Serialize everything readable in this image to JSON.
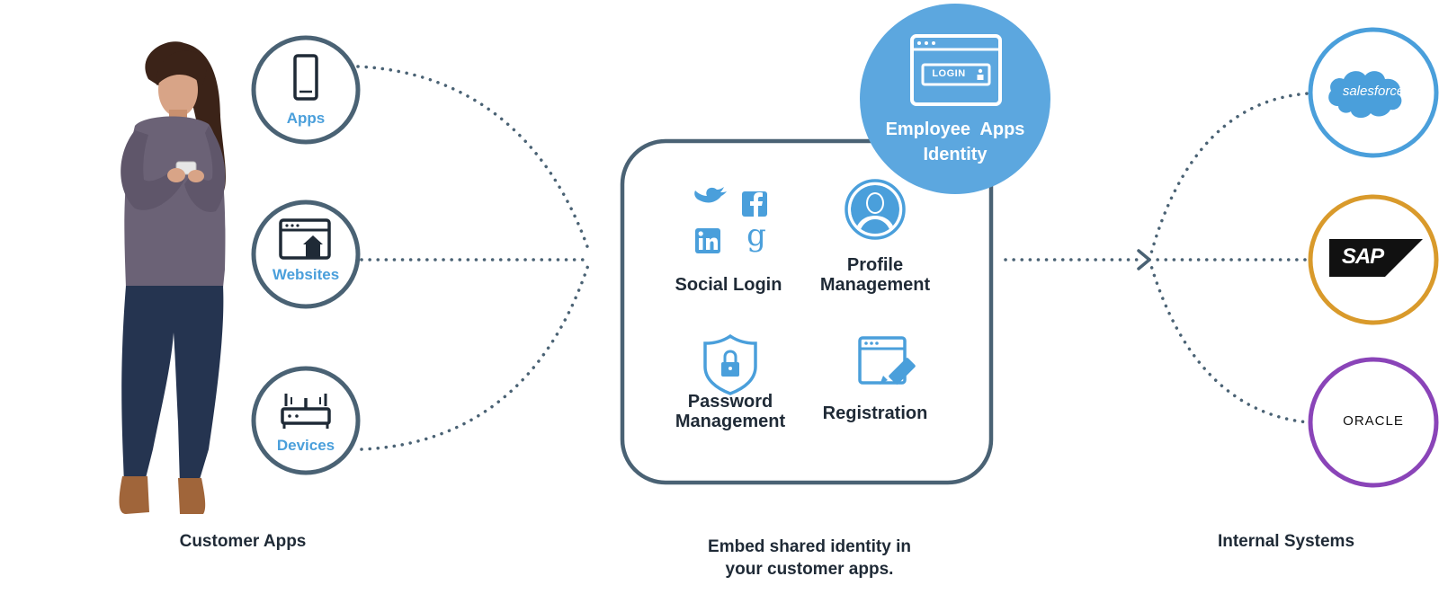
{
  "customer_apps": {
    "caption": "Customer Apps",
    "nodes": [
      {
        "label": "Apps",
        "icon": "smartphone-icon"
      },
      {
        "label": "Websites",
        "icon": "browser-home-icon"
      },
      {
        "label": "Devices",
        "icon": "router-icon"
      }
    ]
  },
  "identity_hub": {
    "caption_line1": "Embed shared identity in",
    "caption_line2": "your customer apps.",
    "employee_badge": {
      "line1": "Employee  Apps",
      "line2": "Identity",
      "login_text": "LOGIN"
    },
    "features": [
      {
        "line1": "Social Login",
        "line2": "",
        "icon": "social-icons"
      },
      {
        "line1": "Profile",
        "line2": "Management",
        "icon": "user-profile-icon"
      },
      {
        "line1": "Password",
        "line2": "Management",
        "icon": "shield-lock-icon"
      },
      {
        "line1": "Registration",
        "line2": "",
        "icon": "browser-edit-icon"
      }
    ]
  },
  "internal_systems": {
    "caption": "Internal Systems",
    "systems": [
      {
        "label": "salesforce",
        "ring_color": "#4a9fdb"
      },
      {
        "label": "SAP",
        "ring_color": "#d99a2b"
      },
      {
        "label": "ORACLE",
        "ring_color": "#8a44b8"
      }
    ]
  },
  "colors": {
    "accent_blue": "#4a9fdb",
    "ring_slate": "#4a6274",
    "dark_text": "#1f2a36"
  }
}
